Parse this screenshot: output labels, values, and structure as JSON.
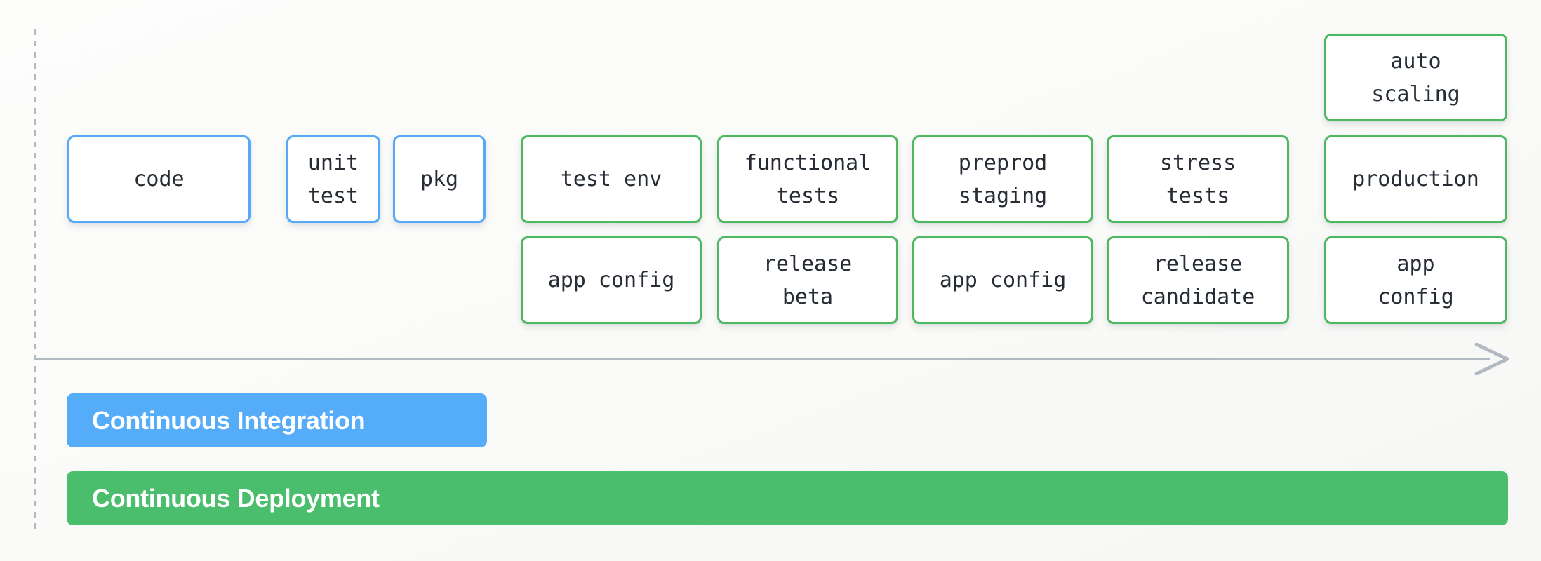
{
  "pipeline": {
    "stages": [
      {
        "id": "code",
        "label": "code",
        "group": "continuous-integration"
      },
      {
        "id": "unit-test",
        "label": "unit\ntest",
        "group": "continuous-integration"
      },
      {
        "id": "pkg",
        "label": "pkg",
        "group": "continuous-integration"
      },
      {
        "id": "test-env",
        "label": "test env",
        "group": "continuous-deployment"
      },
      {
        "id": "app-config-test",
        "label": "app config",
        "group": "continuous-deployment"
      },
      {
        "id": "functional-tests",
        "label": "functional\ntests",
        "group": "continuous-deployment"
      },
      {
        "id": "release-beta",
        "label": "release\nbeta",
        "group": "continuous-deployment"
      },
      {
        "id": "preprod-staging",
        "label": "preprod\nstaging",
        "group": "continuous-deployment"
      },
      {
        "id": "app-config-preprod",
        "label": "app config",
        "group": "continuous-deployment"
      },
      {
        "id": "stress-tests",
        "label": "stress\ntests",
        "group": "continuous-deployment"
      },
      {
        "id": "release-candidate",
        "label": "release\ncandidate",
        "group": "continuous-deployment"
      },
      {
        "id": "auto-scaling",
        "label": "auto\nscaling",
        "group": "continuous-deployment"
      },
      {
        "id": "production",
        "label": "production",
        "group": "continuous-deployment"
      },
      {
        "id": "app-config-prod",
        "label": "app\nconfig",
        "group": "continuous-deployment"
      }
    ],
    "banners": [
      {
        "id": "continuous-integration",
        "label": "Continuous Integration"
      },
      {
        "id": "continuous-deployment",
        "label": "Continuous Deployment"
      }
    ]
  },
  "theme": {
    "blue-border": "#55a9f7",
    "green-border": "#4cb85f",
    "banner-blue": "#55acf8",
    "banner-green": "#4abe6d",
    "axis-gray": "#b2b9c0",
    "text-dark": "#262c34",
    "box-bg": "#ffffff",
    "banner-text": "#ffffff"
  }
}
